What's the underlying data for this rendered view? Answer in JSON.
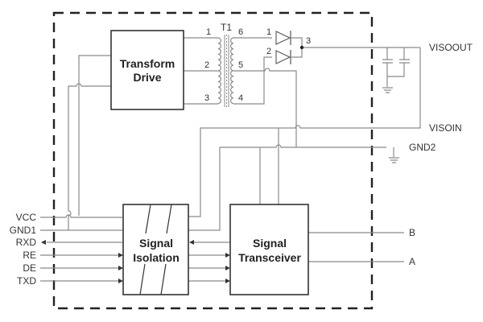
{
  "diagram": {
    "blocks": {
      "transform_drive": [
        "Transform",
        "Drive"
      ],
      "signal_isolation": [
        "Signal",
        "Isolation"
      ],
      "signal_transceiver": [
        "Signal",
        "Transceiver"
      ]
    },
    "transformer": {
      "name": "T1",
      "primary_pins": [
        "1",
        "2",
        "3"
      ],
      "secondary_pins": [
        "6",
        "5",
        "4"
      ]
    },
    "diodes": {
      "pins": [
        "1",
        "2",
        "3"
      ]
    },
    "external_pins": {
      "left": [
        "VCC",
        "GND1",
        "RXD",
        "RE",
        "DE",
        "TXD"
      ],
      "right": [
        "VISOOUT",
        "VISOIN",
        "GND2",
        "B",
        "A"
      ]
    }
  }
}
